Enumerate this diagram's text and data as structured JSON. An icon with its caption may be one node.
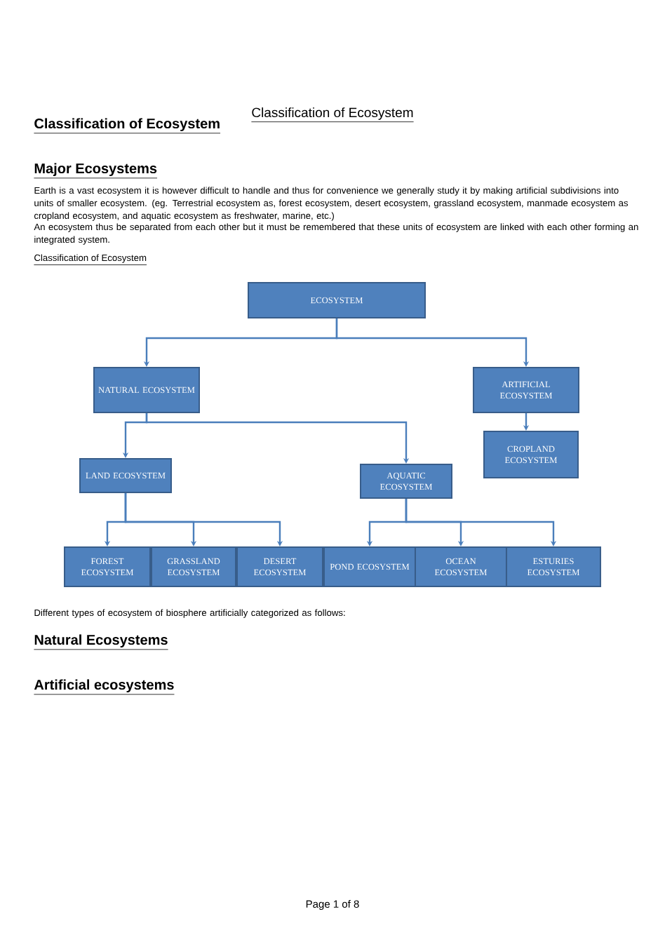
{
  "diagram": {
    "title": "Classification of Ecosystem",
    "nodes": [
      {
        "text": [
          "ECOSYSTEM"
        ]
      },
      {
        "text": [
          "NATURAL ECOSYSTEM"
        ]
      },
      {
        "text": [
          "ARTIFICIAL ECOSYSTEM"
        ]
      },
      {
        "text": [
          "LAND ECOSYSTEM"
        ]
      },
      {
        "text": [
          "AQUATIC ECOSYSTEM"
        ]
      },
      {
        "text": [
          "CROPLAND ECOSYSTEM"
        ]
      },
      {
        "text": [
          "FOREST ECOSYSTEM"
        ]
      },
      {
        "text": [
          "GRASSLAND ECOSYSTEM"
        ]
      },
      {
        "text": [
          "DESERT ECOSYSTEM"
        ]
      },
      {
        "text": [
          "POND ECOSYSTEM"
        ]
      },
      {
        "text": [
          "OCEAN ECOSYSTEM"
        ]
      },
      {
        "text": [
          "ESTURIES ECOSYSTEM"
        ]
      }
    ],
    "edges": [
      {
        "from": 0,
        "to": 1,
        "arrow": "to"
      },
      {
        "from": 0,
        "to": 2,
        "arrow": "to"
      },
      {
        "from": 1,
        "to": 3,
        "arrow": "to"
      },
      {
        "from": 1,
        "to": 4,
        "arrow": "to"
      },
      {
        "from": 2,
        "to": 5,
        "arrow": "to"
      },
      {
        "from": 3,
        "to": 6,
        "arrow": "to"
      },
      {
        "from": 3,
        "to": 7,
        "arrow": "to"
      },
      {
        "from": 3,
        "to": 8,
        "arrow": "to"
      },
      {
        "from": 4,
        "to": 9,
        "arrow": "to"
      },
      {
        "from": 4,
        "to": 10,
        "arrow": "to"
      },
      {
        "from": 4,
        "to": 11,
        "arrow": "to"
      }
    ],
    "labels": [
      "Classification of Ecosystem",
      "Major Ecosystems",
      "Earth is a vast ecosystem it is however difficult to handle and thus for convenience we generally study it by making artificial subdivisions into units of smaller ecosystem. (eg. Terrestrial ecosystem as, forest ecosystem, desert ecosystem, grassland ecosystem, manmade ecosystem as cropland ecosystem, and aquatic ecosystem as freshwater, marine, etc.)",
      "An ecosystem thus be separated from each other but it must be remembered that these units of ecosystem are linked with each other forming an integrated system.",
      "Classification of Ecosystem",
      "Different types of ecosystem of biosphere artificially categorized as follows:",
      "Natural Ecosystems",
      "Artificial ecosystems",
      "Page 1 of 8"
    ]
  }
}
